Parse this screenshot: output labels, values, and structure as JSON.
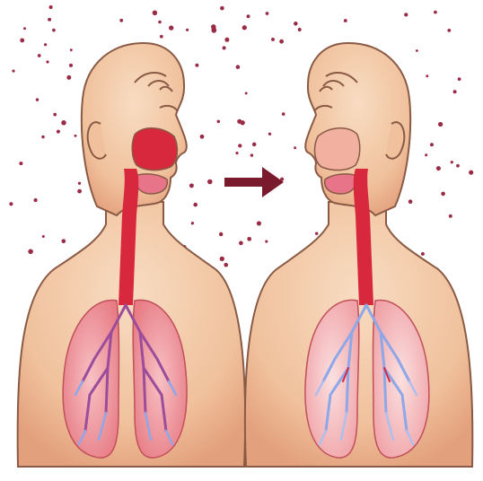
{
  "scene": {
    "subject": "respiratory-system-comparison",
    "figures": [
      {
        "id": "left-figure",
        "facing": "right",
        "state": "inflamed-airways"
      },
      {
        "id": "right-figure",
        "facing": "left",
        "state": "airways-after-change"
      }
    ],
    "arrow": {
      "direction": "right"
    }
  },
  "colors": {
    "background": "#ffffff",
    "skin": "#f3c7a2",
    "skin_shade": "#e6a985",
    "outline": "#8a5a45",
    "airway_red": "#d8283e",
    "lung_pink": "#f2a0a8",
    "bronchi_blue": "#8ea7e8",
    "bronchi_purple": "#9b4d9b",
    "particles": "#9b2a45",
    "arrow": "#7a1b2d"
  }
}
